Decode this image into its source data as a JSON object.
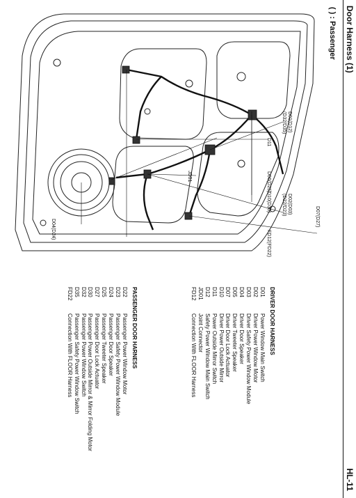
{
  "header": {
    "title": "Door Harness (1)",
    "page": "HL-11"
  },
  "note": "( ) : Passenger",
  "callouts": [
    "D07(D27)",
    "D01(D12)\n(D32/D35)",
    "D02(D03)\n(D22/D23)",
    "D11",
    "D06(D25)",
    "JD01",
    "D10(D30)",
    "D04(D24)",
    "FD12(FD22)"
  ],
  "driver": {
    "title": "DRIVER DOOR HARNESS",
    "items": [
      {
        "code": "D01",
        "label": "Power Window Main Switch"
      },
      {
        "code": "D02",
        "label": "Driver Power Window Motor"
      },
      {
        "code": "D03",
        "label": "Driver Safety Power Window Module"
      },
      {
        "code": "D04",
        "label": "Driver Door Speaker"
      },
      {
        "code": "D05",
        "label": "Driver Tweeter Speaker"
      },
      {
        "code": "D07",
        "label": "Driver Door Lock Actuator"
      },
      {
        "code": "D10",
        "label": "Driver Power Outside Mirror"
      },
      {
        "code": "D11",
        "label": "Power Outside Mirror Switch"
      },
      {
        "code": "D12",
        "label": "Safety Power Window Main Switch"
      },
      {
        "code": "JD01",
        "label": "Joint Connector"
      },
      {
        "code": "FD12",
        "label": "Connection With FLOOR Harness"
      }
    ]
  },
  "passenger": {
    "title": "PASSENGER DOOR HARNESS",
    "items": [
      {
        "code": "D22",
        "label": "Passenger Power Window Motor"
      },
      {
        "code": "D23",
        "label": "Passenger Safety Power Window Module"
      },
      {
        "code": "D24",
        "label": "Passenger Door Speaker"
      },
      {
        "code": "D25",
        "label": "Passenger Tweeter Speaker"
      },
      {
        "code": "D27",
        "label": "Passenger Door Lock Actuator"
      },
      {
        "code": "D30",
        "label": "Passenger Power Outside Mirror & Mirror Folding Motor"
      },
      {
        "code": "D32",
        "label": "Passenger Power Window Switch"
      },
      {
        "code": "D35",
        "label": "Passenger Safety Power Window Switch"
      },
      {
        "code": "FD22",
        "label": "Connection With FLOOR Harness"
      }
    ]
  }
}
